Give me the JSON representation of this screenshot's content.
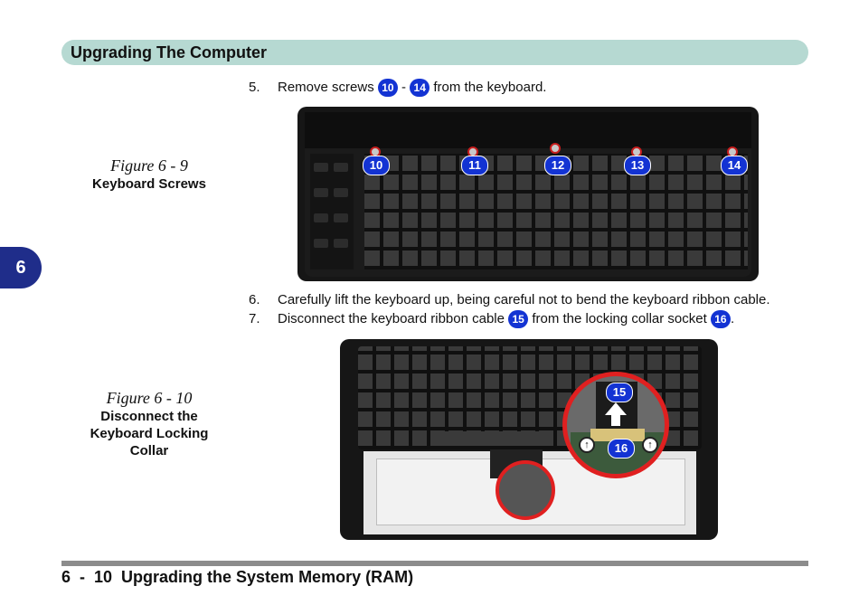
{
  "header": {
    "title": "Upgrading The Computer"
  },
  "chapter_tab": "6",
  "steps": [
    {
      "num": "5.",
      "pre": "Remove screws",
      "badge1": "10",
      "mid": "-",
      "badge2": "14",
      "post": "from the keyboard."
    },
    {
      "num": "6.",
      "text": "Carefully lift the keyboard up, being careful not to bend the keyboard ribbon cable."
    },
    {
      "num": "7.",
      "pre": "Disconnect the keyboard ribbon cable",
      "badge1": "15",
      "mid": "from the locking collar socket",
      "badge2": "16",
      "post": "."
    }
  ],
  "figures": [
    {
      "number": "Figure 6 - 9",
      "title_lines": [
        "Keyboard Screws"
      ]
    },
    {
      "number": "Figure 6 - 10",
      "title_lines": [
        "Disconnect the",
        "Keyboard Locking",
        "Collar"
      ]
    }
  ],
  "figure1_labels": [
    "10",
    "11",
    "12",
    "13",
    "14"
  ],
  "figure2_labels": [
    "15",
    "16"
  ],
  "footer": {
    "text": "6  -  10  Upgrading the System Memory (RAM)"
  },
  "colors": {
    "header_bar": "#b6d9d2",
    "tab": "#1f2d8a",
    "badge": "#1333d3",
    "highlight_circle": "#e02020"
  }
}
